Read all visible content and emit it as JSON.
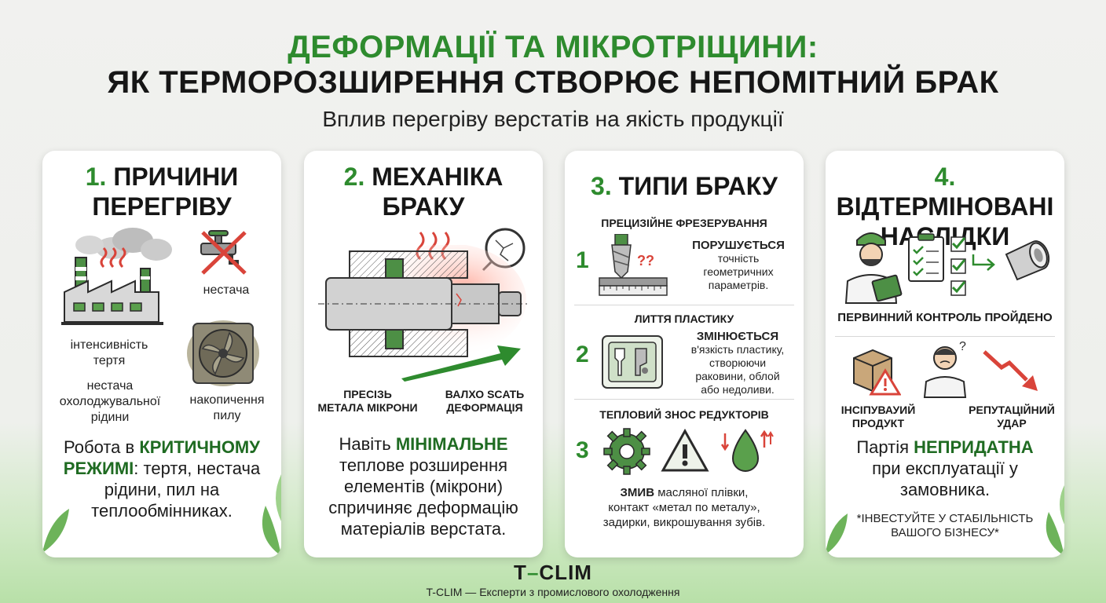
{
  "header": {
    "title_line1": "ДЕФОРМАЦІЇ ТА МІКРОТРІЩИНИ:",
    "title_line2": "ЯК ТЕРМОРОЗШИРЕННЯ СТВОРЮЄ НЕПОМІТНИЙ БРАК",
    "subtitle": "Вплив перегріву верстатів на якість продукції"
  },
  "colors": {
    "accent": "#2e8b2e",
    "dark_green": "#1f6b22",
    "warning_red": "#d9443a"
  },
  "card1": {
    "num": "1.",
    "title_a": "ПРИЧИНИ",
    "title_b": "ПЕРЕГРІВУ",
    "icons": [
      "factory-icon",
      "crossed-faucet-icon",
      "dusty-fan-icon"
    ],
    "label_shortage": "нестача",
    "label_friction_1": "інтенсивність",
    "label_friction_2": "тертя",
    "label_coolant_1": "нестача",
    "label_coolant_2": "охолоджувальної",
    "label_coolant_3": "рідини",
    "label_dust_1": "накопичення",
    "label_dust_2": "пилу",
    "desc_pre": "Робота в ",
    "desc_bold": "КРИТИЧНОМУ РЕЖИМІ",
    "desc_post": ": тертя, нестача рідини, пил на теплообмінниках."
  },
  "card2": {
    "num": "2.",
    "title_a": "МЕХАНІКА",
    "title_b": "БРАКУ",
    "icons": [
      "shaft-cross-section-icon",
      "crack-magnifier-icon",
      "heat-waves-icon"
    ],
    "label_left_1": "ПРЕСІЗЬ",
    "label_left_2": "МЕТАЛА МІКРОНИ",
    "label_right_1": "ВАЛХО SCATЬ",
    "label_right_2": "ДЕФОРМАЦІЯ",
    "desc_pre": "Навіть ",
    "desc_bold": "МІНІМАЛЬНЕ",
    "desc_post": " теплове розширення елементів (мікрони) спричиняє деформацію матеріалів верстата."
  },
  "card3": {
    "num": "3.",
    "title": "ТИПИ БРАКУ",
    "s1_title": "ПРЕЦИЗІЙНЕ ФРЕЗЕРУВАННЯ",
    "s1_num": "1",
    "s1_head": "ПОРУШУЄТЬСЯ",
    "s1_t1": "точність",
    "s1_t2": "геометричних",
    "s1_t3": "параметрів.",
    "s2_title": "ЛИТТЯ ПЛАСТИКУ",
    "s2_num": "2",
    "s2_head": "ЗМІНЮЄТЬСЯ",
    "s2_t1": "в'язкість пластику,",
    "s2_t2": "створюючи",
    "s2_t3": "раковини, облой",
    "s2_t4": "або недоливи.",
    "s3_title": "ТЕПЛОВИЙ ЗНОС РЕДУКТОРІВ",
    "s3_num": "3",
    "s3_bold": "ЗМИВ",
    "s3_t1": " масляної плівки,",
    "s3_t2": "контакт «метал по металу»,",
    "s3_t3": "задирки, викрошування зубів.",
    "icons": [
      "milling-cutter-icon",
      "mold-icon",
      "gear-icon",
      "warning-triangle-icon",
      "oil-drop-icon"
    ]
  },
  "card4": {
    "num": "4.",
    "title_a": "ВІДТЕРМІНОВАНІ",
    "title_b": "НАСЛІДКИ",
    "icons": [
      "inspector-icon",
      "checklist-icon",
      "pipe-part-icon",
      "box-warning-icon",
      "confused-person-icon",
      "down-trend-icon"
    ],
    "control_label": "ПЕРВИННИЙ КОНТРОЛЬ ПРОЙДЕНО",
    "label_product_1": "ІНСІПУВАУИЙ",
    "label_product_2": "ПРОДУКТ",
    "label_rep_1": "РЕПУТАЦІЙНИЙ",
    "label_rep_2": "УДАР",
    "desc_pre": "Партія ",
    "desc_bold": "НЕПРИДАТНА",
    "desc_post": " при експлуатації у замовника.",
    "note_1": "*ІНВЕСТУЙТЕ У СТАБІЛЬНІСТЬ",
    "note_2": "ВАШОГО БІЗНЕСУ*"
  },
  "footer": {
    "logo_a": "T",
    "logo_b": "–",
    "logo_c": "CLIM",
    "tagline": "T-CLIM — Експерти з промислового охолодження"
  }
}
